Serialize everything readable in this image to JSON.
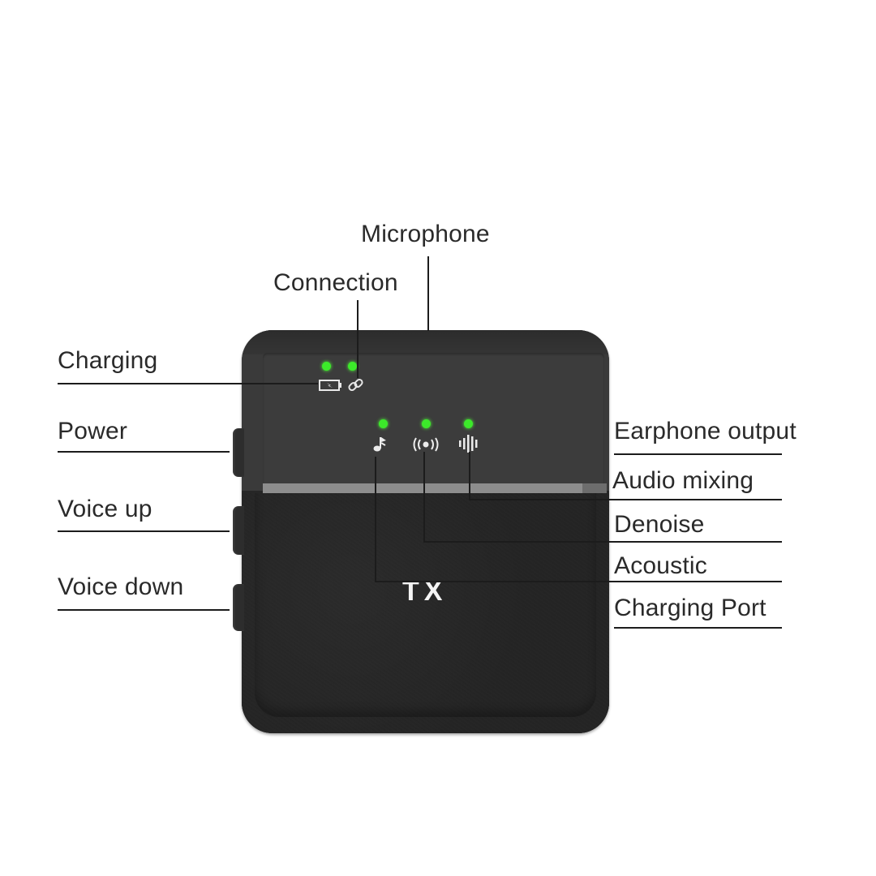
{
  "diagram": {
    "device_label": "TX",
    "colors": {
      "led_green": "#3cea2a",
      "device_body": "#262626",
      "device_top": "#3a3a3a",
      "accent_strip": "#8d8d8d",
      "label_text": "#2a2a2a"
    },
    "top_labels": [
      {
        "id": "microphone",
        "text": "Microphone"
      },
      {
        "id": "connection",
        "text": "Connection"
      }
    ],
    "left_labels": [
      {
        "id": "charging",
        "text": "Charging"
      },
      {
        "id": "power",
        "text": "Power"
      },
      {
        "id": "voice_up",
        "text": "Voice up"
      },
      {
        "id": "voice_down",
        "text": "Voice down"
      }
    ],
    "right_labels": [
      {
        "id": "earphone_output",
        "text": "Earphone output"
      },
      {
        "id": "audio_mixing",
        "text": "Audio mixing"
      },
      {
        "id": "denoise",
        "text": "Denoise"
      },
      {
        "id": "acoustic",
        "text": "Acoustic"
      },
      {
        "id": "charging_port",
        "text": "Charging Port"
      }
    ],
    "indicators": [
      {
        "id": "charging",
        "icon": "battery-charging-icon",
        "led": "on"
      },
      {
        "id": "connection",
        "icon": "link-icon",
        "led": "on"
      },
      {
        "id": "acoustic",
        "icon": "music-note-icon",
        "led": "on"
      },
      {
        "id": "denoise",
        "icon": "broadcast-icon",
        "led": "on"
      },
      {
        "id": "audio_mixing",
        "icon": "sound-wave-icon",
        "led": "on"
      }
    ]
  }
}
